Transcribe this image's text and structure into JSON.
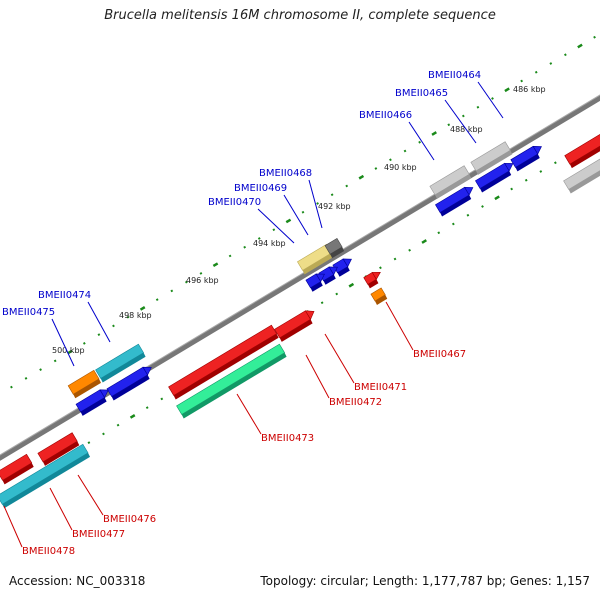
{
  "title": "Brucella melitensis 16M chromosome II, complete sequence",
  "footer": {
    "accession": "Accession: NC_003318",
    "summary": "Topology: circular; Length: 1,177,787 bp; Genes: 1,157"
  },
  "scale_labels": [
    "486 kbp",
    "488 kbp",
    "490 kbp",
    "492 kbp",
    "494 kbp",
    "496 kbp",
    "498 kbp",
    "500 kbp"
  ],
  "genes": [
    {
      "label": "BMEII0464",
      "strand": "top",
      "color": "#0000cc"
    },
    {
      "label": "BMEII0465",
      "strand": "top",
      "color": "#0000cc"
    },
    {
      "label": "BMEII0466",
      "strand": "top",
      "color": "#0000cc"
    },
    {
      "label": "BMEII0468",
      "strand": "top",
      "color": "#0000cc"
    },
    {
      "label": "BMEII0469",
      "strand": "top",
      "color": "#0000cc"
    },
    {
      "label": "BMEII0470",
      "strand": "top",
      "color": "#0000cc"
    },
    {
      "label": "BMEII0474",
      "strand": "top",
      "color": "#0000cc"
    },
    {
      "label": "BMEII0475",
      "strand": "top",
      "color": "#0000cc"
    },
    {
      "label": "BMEII0467",
      "strand": "bottom",
      "color": "#cc0000"
    },
    {
      "label": "BMEII0471",
      "strand": "bottom",
      "color": "#cc0000"
    },
    {
      "label": "BMEII0472",
      "strand": "bottom",
      "color": "#cc0000"
    },
    {
      "label": "BMEII0473",
      "strand": "bottom",
      "color": "#cc0000"
    },
    {
      "label": "BMEII0476",
      "strand": "bottom",
      "color": "#cc0000"
    },
    {
      "label": "BMEII0477",
      "strand": "bottom",
      "color": "#cc0000"
    },
    {
      "label": "BMEII0478",
      "strand": "bottom",
      "color": "#cc0000"
    }
  ]
}
